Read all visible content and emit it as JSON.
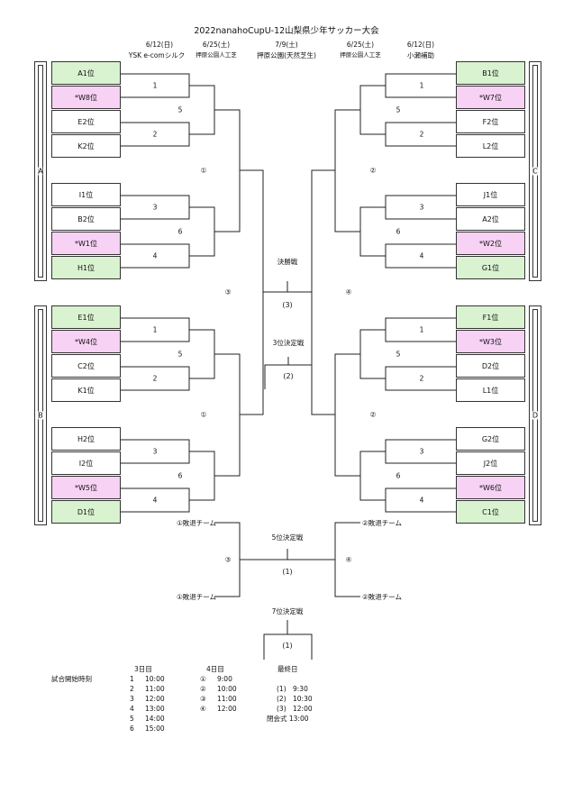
{
  "title": "2022nanahoCupU-12山梨県少年サッカー大会",
  "headers": [
    {
      "date": "6/12(日)",
      "venue": "YSK e-comシルク"
    },
    {
      "date": "6/25(土)",
      "venue": "押原公園人工芝"
    },
    {
      "date": "7/9(土)",
      "venue": "押原公園(天然芝生)"
    },
    {
      "date": "6/25(土)",
      "venue": "押原公園人工芝"
    },
    {
      "date": "6/12(日)",
      "venue": "小瀬補助"
    }
  ],
  "groups": {
    "a": "A",
    "b": "B",
    "c": "C",
    "d": "D"
  },
  "teams_left_top": [
    "A1位",
    "*W8位",
    "E2位",
    "K2位",
    "I1位",
    "B2位",
    "*W1位",
    "H1位"
  ],
  "teams_left_bottom": [
    "E1位",
    "*W4位",
    "C2位",
    "K1位",
    "H2位",
    "I2位",
    "*W5位",
    "D1位"
  ],
  "teams_right_top": [
    "B1位",
    "*W7位",
    "F2位",
    "L2位",
    "J1位",
    "A2位",
    "*W2位",
    "G1位"
  ],
  "teams_right_bottom": [
    "F1位",
    "*W3位",
    "D2位",
    "L1位",
    "G2位",
    "J2位",
    "*W6位",
    "C1位"
  ],
  "match_numbers": {
    "m1": "1",
    "m2": "2",
    "m3": "3",
    "m4": "4",
    "m5": "5",
    "m6": "6",
    "c1": "①",
    "c2": "②",
    "c3": "③",
    "c4": "④"
  },
  "final": {
    "label": "決勝戦",
    "number": "(3)"
  },
  "third": {
    "label": "3位決定戦",
    "number": "(2)"
  },
  "fifth": {
    "label": "5位決定戦",
    "number": "(1)",
    "loser_left": "①敗退チーム",
    "loser_right": "②敗退チーム"
  },
  "seventh": {
    "label": "7位決定戦",
    "number": "(1)",
    "loser_left": "①敗退チーム",
    "loser_right": "②敗退チーム"
  },
  "schedule": {
    "heading": "試合開始時刻",
    "day3_header": "3日目",
    "day3": [
      [
        "1",
        "10:00"
      ],
      [
        "2",
        "11:00"
      ],
      [
        "3",
        "12:00"
      ],
      [
        "4",
        "13:00"
      ],
      [
        "5",
        "14:00"
      ],
      [
        "6",
        "15:00"
      ]
    ],
    "day4_header": "4日目",
    "day4": [
      [
        "①",
        "9:00"
      ],
      [
        "②",
        "10:00"
      ],
      [
        "③",
        "11:00"
      ],
      [
        "④",
        "12:00"
      ]
    ],
    "last_header": "最終日",
    "last": [
      [
        "(1)",
        "9:30"
      ],
      [
        "(2)",
        "10:30"
      ],
      [
        "(3)",
        "12:00"
      ]
    ],
    "closing": "閉会式 13:00"
  },
  "colors": {
    "green": "#d9f2d0",
    "pink": "#f7d2f5"
  }
}
